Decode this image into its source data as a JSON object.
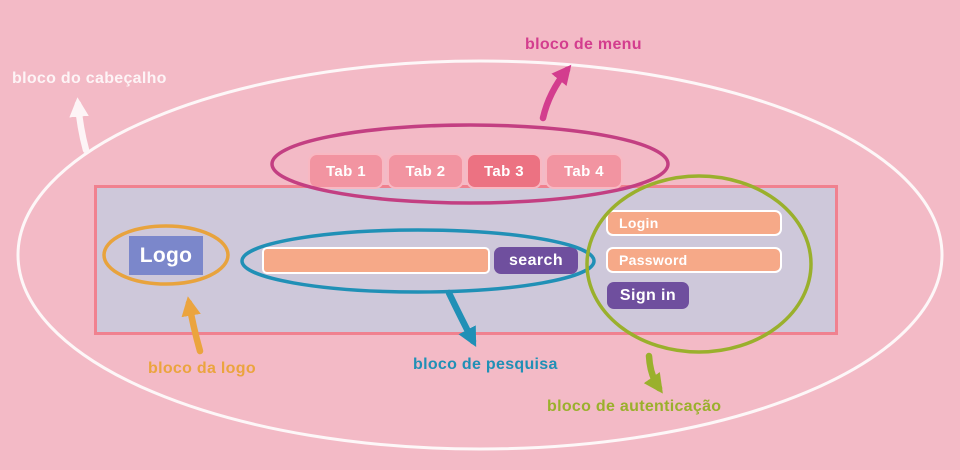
{
  "page": {
    "background_color": "#f3bac6",
    "header_bar_color": "#cec8da",
    "header_bar_border_color": "#f0818f",
    "field_color": "#f6a988",
    "button_color": "#6f4f9e",
    "logo_color": "#7b87cb"
  },
  "header_bar": {
    "menu": {
      "tabs": [
        {
          "label": "Tab 1",
          "active": false,
          "color": "#f294a1"
        },
        {
          "label": "Tab 2",
          "active": false,
          "color": "#f294a1"
        },
        {
          "label": "Tab 3",
          "active": true,
          "color": "#ec7282"
        },
        {
          "label": "Tab 4",
          "active": false,
          "color": "#f294a1"
        }
      ]
    },
    "logo": {
      "label": "Logo"
    },
    "search": {
      "input_value": "",
      "input_placeholder": "",
      "button_label": "search"
    },
    "auth": {
      "login_placeholder": "Login",
      "password_placeholder": "Password",
      "signin_label": "Sign in"
    }
  },
  "annotations": {
    "header": {
      "label": "bloco do cabeçalho",
      "color": "#fdf4f6",
      "ellipse_color": "#fdf7f8"
    },
    "menu": {
      "label": "bloco de menu",
      "color": "#d33d8e",
      "ellipse_color": "#c33f82"
    },
    "logo": {
      "label": "bloco da logo",
      "color": "#eba43e",
      "ellipse_color": "#e8a33d"
    },
    "search": {
      "label": "bloco de pesquisa",
      "color": "#2090b6",
      "ellipse_color": "#2090b6"
    },
    "auth": {
      "label": "bloco de autenticação",
      "color": "#9ab02c",
      "ellipse_color": "#9ab02c"
    }
  }
}
